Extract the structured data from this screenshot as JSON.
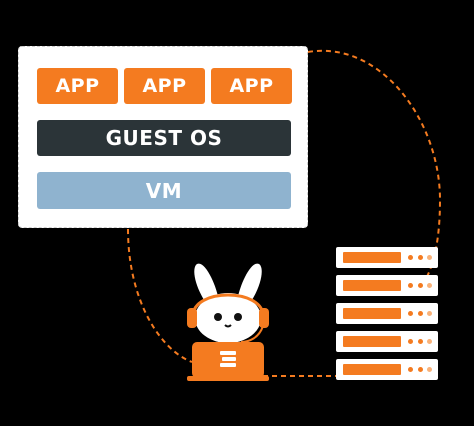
{
  "diagram": {
    "apps": [
      {
        "label": "APP"
      },
      {
        "label": "APP"
      },
      {
        "label": "APP"
      }
    ],
    "guest_os_label": "GUEST OS",
    "vm_label": "VM"
  },
  "colors": {
    "background": "#000000",
    "accent_orange": "#f47b20",
    "guest_os_dark": "#2b3438",
    "vm_blue": "#8fb3cf",
    "card_white": "#ffffff"
  },
  "icons": {
    "mascot": "bunny-with-headphones-and-laptop-icon",
    "server": "server-rack-icon"
  }
}
